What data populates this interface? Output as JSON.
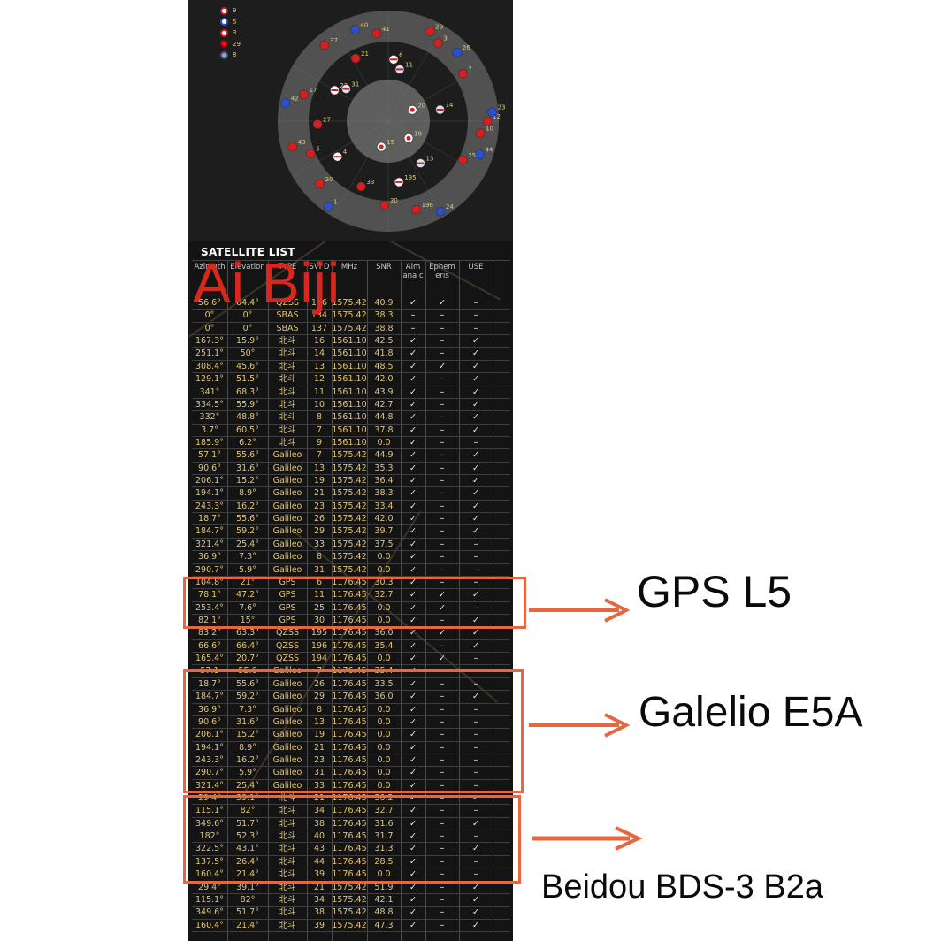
{
  "skyplot": {
    "legend_counts": [
      "9",
      "5",
      "3",
      "29",
      "8"
    ],
    "constellation_colors": {
      "gps": "#ffffff",
      "glonass": "#d8e0f0",
      "galileo": "#2a4fd0",
      "beidou": "#d81e1e",
      "qzss": "#ffffff",
      "sbas": "#88aadd"
    },
    "sat_labels": [
      "12",
      "20",
      "6",
      "13",
      "42",
      "7",
      "15",
      "21",
      "44",
      "5",
      "29",
      "196",
      "22",
      "14",
      "1",
      "41",
      "19",
      "27",
      "26",
      "30",
      "37",
      "10",
      "4",
      "11",
      "24",
      "17",
      "20",
      "33",
      "40",
      "25",
      "43",
      "3",
      "195",
      "31",
      "23"
    ]
  },
  "satellite_list": {
    "title": "SATELLITE LIST",
    "columns": [
      "Azimuth",
      "Elevation",
      "TYPE",
      "SVI D",
      "MHz",
      "SNR",
      "Alm ana c",
      "Ephem eris",
      "USE"
    ],
    "rows": [
      [
        "56.6°",
        "64.4°",
        "QZSS",
        "196",
        "1575.42",
        "40.9",
        "✓",
        "✓",
        "–"
      ],
      [
        "0°",
        "0°",
        "SBAS",
        "134",
        "1575.42",
        "38.3",
        "–",
        "–",
        "–"
      ],
      [
        "0°",
        "0°",
        "SBAS",
        "137",
        "1575.42",
        "38.8",
        "–",
        "–",
        "–"
      ],
      [
        "167.3°",
        "15.9°",
        "北斗",
        "16",
        "1561.10",
        "42.5",
        "✓",
        "–",
        "✓"
      ],
      [
        "251.1°",
        "50°",
        "北斗",
        "14",
        "1561.10",
        "41.8",
        "✓",
        "–",
        "✓"
      ],
      [
        "308.4°",
        "45.6°",
        "北斗",
        "13",
        "1561.10",
        "48.5",
        "✓",
        "✓",
        "✓"
      ],
      [
        "129.1°",
        "51.5°",
        "北斗",
        "12",
        "1561.10",
        "42.0",
        "✓",
        "–",
        "✓"
      ],
      [
        "341°",
        "68.3°",
        "北斗",
        "11",
        "1561.10",
        "43.9",
        "✓",
        "–",
        "✓"
      ],
      [
        "334.5°",
        "55.9°",
        "北斗",
        "10",
        "1561.10",
        "42.7",
        "✓",
        "–",
        "✓"
      ],
      [
        "332°",
        "48.8°",
        "北斗",
        "8",
        "1561.10",
        "44.8",
        "✓",
        "–",
        "✓"
      ],
      [
        "3.7°",
        "60.5°",
        "北斗",
        "7",
        "1561.10",
        "37.8",
        "✓",
        "–",
        "✓"
      ],
      [
        "185.9°",
        "6.2°",
        "北斗",
        "9",
        "1561.10",
        "0.0",
        "✓",
        "–",
        "–"
      ],
      [
        "57.1°",
        "55.6°",
        "Galileo",
        "7",
        "1575.42",
        "44.9",
        "✓",
        "–",
        "✓"
      ],
      [
        "90.6°",
        "31.6°",
        "Galileo",
        "13",
        "1575.42",
        "35.3",
        "✓",
        "–",
        "✓"
      ],
      [
        "206.1°",
        "15.2°",
        "Galileo",
        "19",
        "1575.42",
        "36.4",
        "✓",
        "–",
        "✓"
      ],
      [
        "194.1°",
        "8.9°",
        "Galileo",
        "21",
        "1575.42",
        "38.3",
        "✓",
        "–",
        "✓"
      ],
      [
        "243.3°",
        "16.2°",
        "Galileo",
        "23",
        "1575.42",
        "33.4",
        "✓",
        "–",
        "✓"
      ],
      [
        "18.7°",
        "55.6°",
        "Galileo",
        "26",
        "1575.42",
        "42.0",
        "✓",
        "–",
        "✓"
      ],
      [
        "184.7°",
        "59.2°",
        "Galileo",
        "29",
        "1575.42",
        "39.7",
        "✓",
        "–",
        "✓"
      ],
      [
        "321.4°",
        "25.4°",
        "Galileo",
        "33",
        "1575.42",
        "37.5",
        "✓",
        "–",
        "–"
      ],
      [
        "36.9°",
        "7.3°",
        "Galileo",
        "8",
        "1575.42",
        "0.0",
        "✓",
        "–",
        "–"
      ],
      [
        "290.7°",
        "5.9°",
        "Galileo",
        "31",
        "1575.42",
        "0.0",
        "✓",
        "–",
        "–"
      ],
      [
        "104.8°",
        "21°",
        "GPS",
        "6",
        "1176.45",
        "30.3",
        "✓",
        "–",
        "–"
      ],
      [
        "78.1°",
        "47.2°",
        "GPS",
        "11",
        "1176.45",
        "32.7",
        "✓",
        "✓",
        "✓"
      ],
      [
        "253.4°",
        "7.6°",
        "GPS",
        "25",
        "1176.45",
        "0.0",
        "✓",
        "✓",
        "–"
      ],
      [
        "82.1°",
        "15°",
        "GPS",
        "30",
        "1176.45",
        "0.0",
        "✓",
        "–",
        "✓"
      ],
      [
        "83.2°",
        "63.3°",
        "QZSS",
        "195",
        "1176.45",
        "36.0",
        "✓",
        "✓",
        "✓"
      ],
      [
        "66.6°",
        "66.4°",
        "QZSS",
        "196",
        "1176.45",
        "35.4",
        "✓",
        "–",
        "✓"
      ],
      [
        "165.4°",
        "20.7°",
        "QZSS",
        "194",
        "1176.45",
        "0.0",
        "✓",
        "✓",
        "–"
      ],
      [
        "57.1",
        "55.6",
        "Galileo",
        "7",
        "1176.45",
        "35.4",
        "✓",
        "–",
        "–"
      ],
      [
        "18.7°",
        "55.6°",
        "Galileo",
        "26",
        "1176.45",
        "33.5",
        "✓",
        "–",
        "–"
      ],
      [
        "184.7°",
        "59.2°",
        "Galileo",
        "29",
        "1176.45",
        "36.0",
        "✓",
        "–",
        "✓"
      ],
      [
        "36.9°",
        "7.3°",
        "Galileo",
        "8",
        "1176.45",
        "0.0",
        "✓",
        "–",
        "–"
      ],
      [
        "90.6°",
        "31.6°",
        "Galileo",
        "13",
        "1176.45",
        "0.0",
        "✓",
        "–",
        "–"
      ],
      [
        "206.1°",
        "15.2°",
        "Galileo",
        "19",
        "1176.45",
        "0.0",
        "✓",
        "–",
        "–"
      ],
      [
        "194.1°",
        "8.9°",
        "Galileo",
        "21",
        "1176.45",
        "0.0",
        "✓",
        "–",
        "–"
      ],
      [
        "243.3°",
        "16.2°",
        "Galileo",
        "23",
        "1176.45",
        "0.0",
        "✓",
        "–",
        "–"
      ],
      [
        "290.7°",
        "5.9°",
        "Galileo",
        "31",
        "1176.45",
        "0.0",
        "✓",
        "–",
        "–"
      ],
      [
        "321.4°",
        "25.4°",
        "Galileo",
        "33",
        "1176.45",
        "0.0",
        "✓",
        "–",
        "–"
      ],
      [
        "29.4°",
        "39.1°",
        "北斗",
        "21",
        "1176.45",
        "30.2",
        "✓",
        "–",
        "✓"
      ],
      [
        "115.1°",
        "82°",
        "北斗",
        "34",
        "1176.45",
        "32.7",
        "✓",
        "–",
        "–"
      ],
      [
        "349.6°",
        "51.7°",
        "北斗",
        "38",
        "1176.45",
        "31.6",
        "✓",
        "–",
        "✓"
      ],
      [
        "182°",
        "52.3°",
        "北斗",
        "40",
        "1176.45",
        "31.7",
        "✓",
        "–",
        "–"
      ],
      [
        "322.5°",
        "43.1°",
        "北斗",
        "43",
        "1176.45",
        "31.3",
        "✓",
        "–",
        "✓"
      ],
      [
        "137.5°",
        "26.4°",
        "北斗",
        "44",
        "1176.45",
        "28.5",
        "✓",
        "–",
        "–"
      ],
      [
        "160.4°",
        "21.4°",
        "北斗",
        "39",
        "1176.45",
        "0.0",
        "✓",
        "–",
        "–"
      ],
      [
        "29.4°",
        "39.1°",
        "北斗",
        "21",
        "1575.42",
        "51.9",
        "✓",
        "–",
        "✓"
      ],
      [
        "115.1°",
        "82°",
        "北斗",
        "34",
        "1575.42",
        "42.1",
        "✓",
        "–",
        "✓"
      ],
      [
        "349.6°",
        "51.7°",
        "北斗",
        "38",
        "1575.42",
        "48.8",
        "✓",
        "–",
        "✓"
      ],
      [
        "160.4°",
        "21.4°",
        "北斗",
        "39",
        "1575.42",
        "47.3",
        "✓",
        "–",
        "✓"
      ]
    ]
  },
  "watermark": "Ai Biji",
  "annotations": {
    "gps": "GPS L5",
    "galileo": "Galelio E5A",
    "beidou": "Beidou BDS-3 B2a",
    "accent": "#e6673f"
  }
}
